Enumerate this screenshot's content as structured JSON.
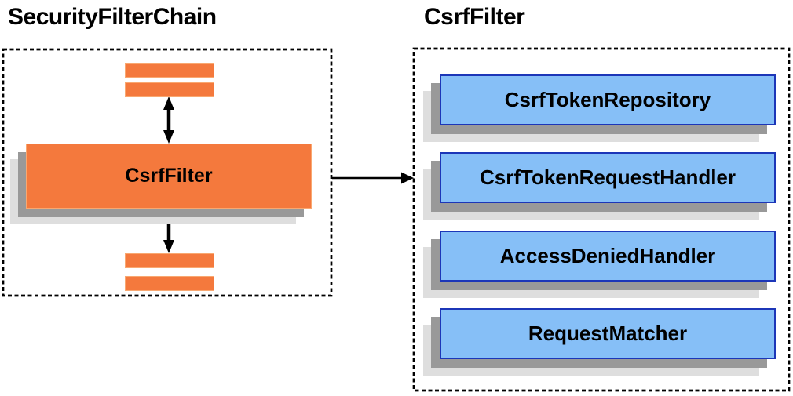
{
  "diagram": {
    "left_panel": {
      "title": "SecurityFilterChain",
      "filter_box_label": "CsrfFilter"
    },
    "right_panel": {
      "title": "CsrfFilter",
      "components": [
        "CsrfTokenRepository",
        "CsrfTokenRequestHandler",
        "AccessDeniedHandler",
        "RequestMatcher"
      ]
    },
    "colors": {
      "filter_orange": "#f4793d",
      "filter_orange_border": "#f9a871",
      "component_blue": "#86bff7",
      "component_blue_border": "#1c36b8",
      "shadow_dark": "#999999",
      "shadow_light": "#dedede",
      "line_black": "#000000"
    }
  }
}
